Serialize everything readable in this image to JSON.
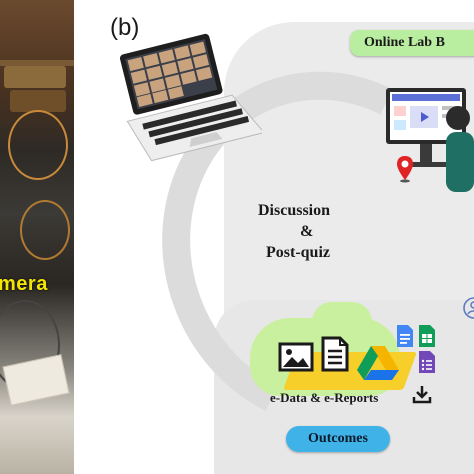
{
  "photo": {
    "camera_label": "mera"
  },
  "diagram": {
    "panel_letter": "(b)",
    "online_lab_label": "Online Lab B",
    "discussion": [
      "Discussion",
      "&",
      "Post-quiz"
    ],
    "edata_label": "e-Data & e-Reports",
    "outcomes_label": "Outcomes"
  },
  "icons": [
    "laptop-video-call-icon",
    "monitor-video-icon",
    "person-icon",
    "location-pin-icon",
    "image-icon",
    "document-icon",
    "google-drive-icon",
    "google-docs-icon",
    "google-sheets-icon",
    "google-forms-icon",
    "download-icon",
    "user-circle-icon"
  ],
  "colors": {
    "online_pill": "#b9eea1",
    "outcomes_pill": "#3fb3e8",
    "camera_text": "#f2e600",
    "background_shape": "#ebebeb"
  }
}
